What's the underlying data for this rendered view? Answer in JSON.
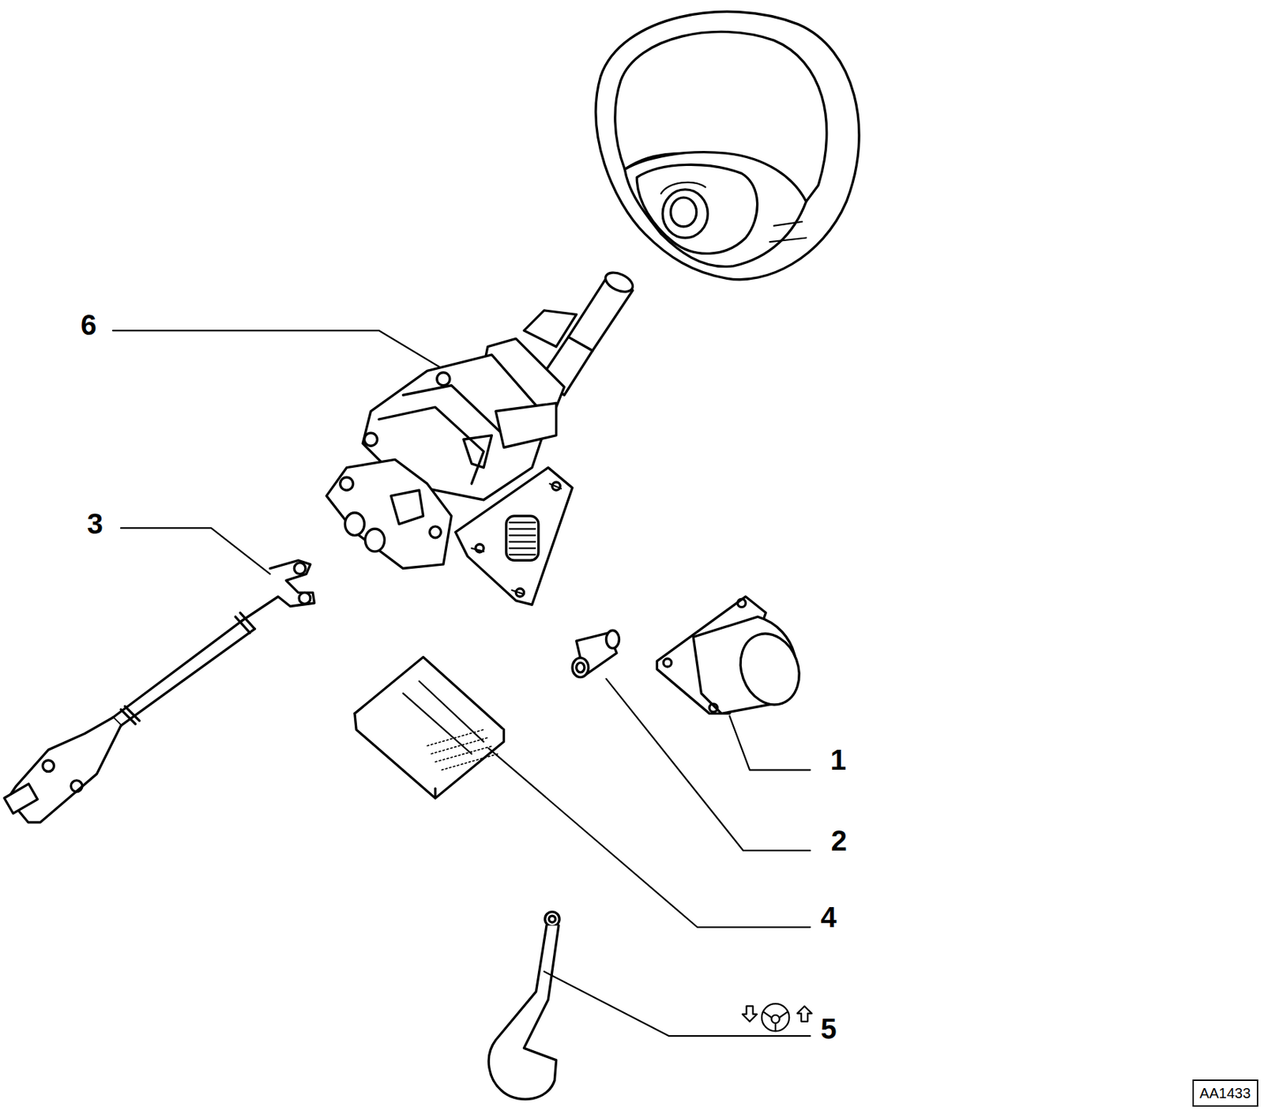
{
  "diagram": {
    "nodes": [
      {
        "text": [
          "AA1433"
        ]
      }
    ],
    "edges": [],
    "labels": [
      "6",
      "3",
      "1",
      "2",
      "4",
      "5"
    ]
  }
}
